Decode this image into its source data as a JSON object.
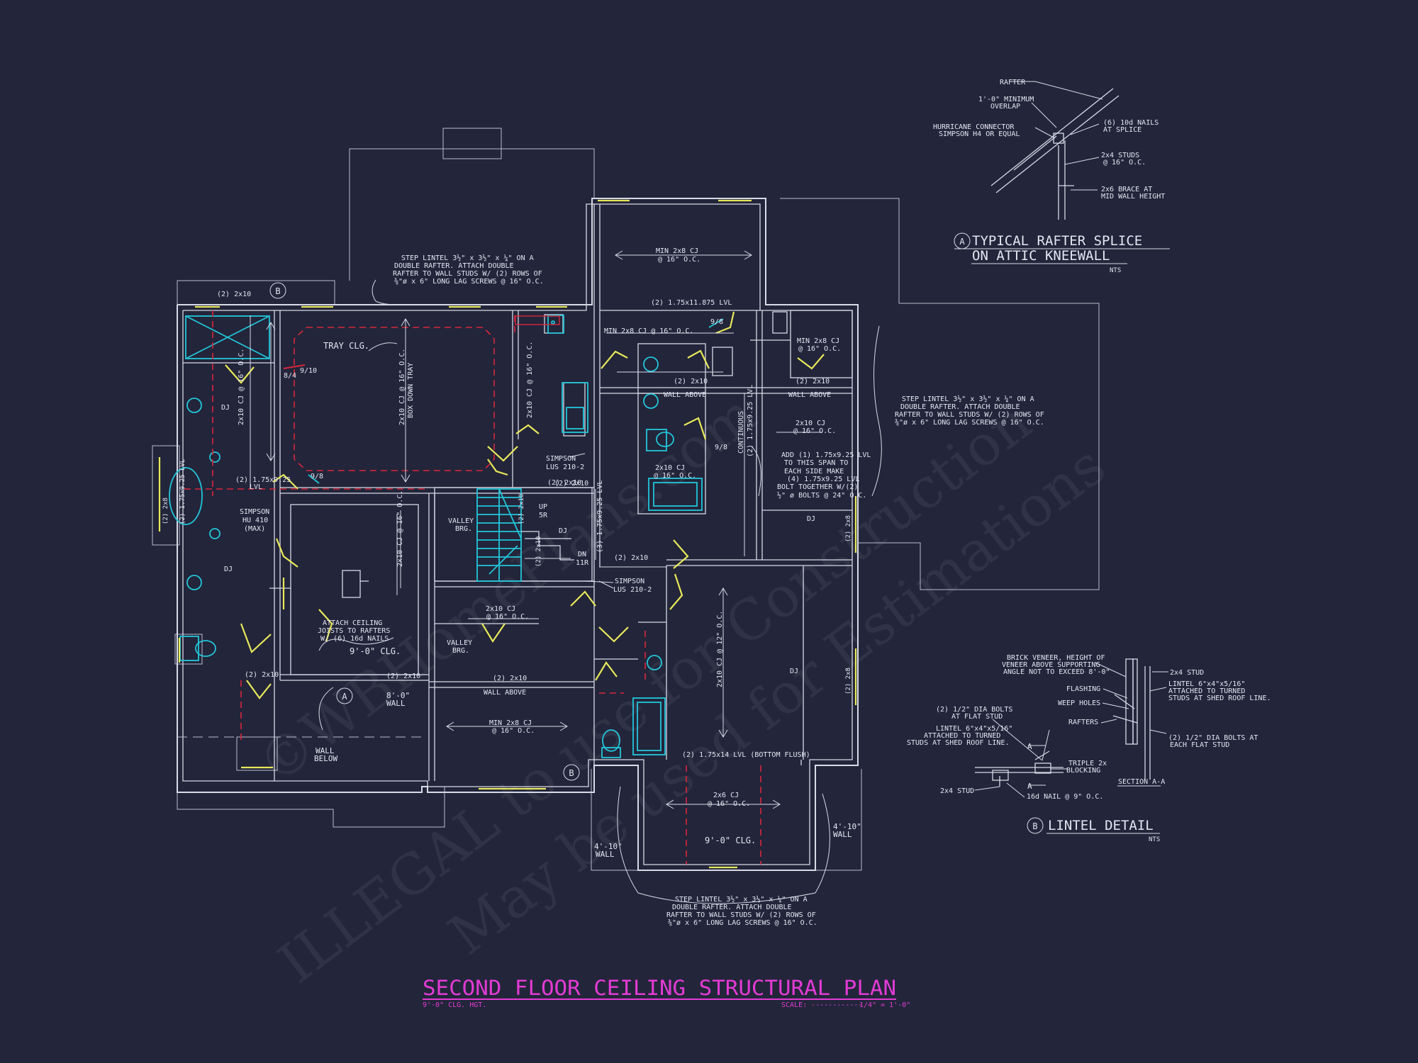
{
  "title": {
    "main": "SECOND FLOOR CEILING STRUCTURAL PLAN",
    "clg_hgt": "9'-0\" CLG. HGT.",
    "scale_label": "SCALE: ------------",
    "scale_value": "1/4\" = 1'-0\""
  },
  "watermark": {
    "line1": "ILLEGAL to use for Construction",
    "line2": "May be used for Estimations",
    "line3": "©WBHomePlans.com"
  },
  "detail_a": {
    "title_l1": "TYPICAL RAFTER SPLICE",
    "title_l2": "ON ATTIC KNEEWALL",
    "tag": "A",
    "nts": "NTS",
    "rafter": "RAFTER",
    "overlap_l1": "1'-0\" MINIMUM",
    "overlap_l2": "OVERLAP",
    "hurricane_l1": "HURRICANE CONNECTOR",
    "hurricane_l2": "SIMPSON H4 OR EQUAL",
    "nails_l1": "(6) 10d NAILS",
    "nails_l2": "AT SPLICE",
    "studs_l1": "2x4 STUDS",
    "studs_l2": "@ 16\" O.C.",
    "brace_l1": "2x6 BRACE AT",
    "brace_l2": "MID WALL HEIGHT"
  },
  "detail_b": {
    "title": "LINTEL DETAIL",
    "tag": "B",
    "nts": "NTS",
    "brick_l1": "BRICK VENEER, HEIGHT OF",
    "brick_l2": "VENEER ABOVE SUPPORTING",
    "brick_l3": "ANGLE NOT TO EXCEED 8'-0\"",
    "stud": "2x4 STUD",
    "flashing": "FLASHING",
    "weep": "WEEP HOLES",
    "rafters": "RAFTERS",
    "lintel_r_l1": "LINTEL 6\"x4\"x5/16\"",
    "lintel_r_l2": "ATTACHED TO TURNED",
    "lintel_r_l3": "STUDS AT SHED ROOF LINE.",
    "bolts_l1": "(2) 1/2\" DIA BOLTS",
    "bolts_l2": "AT FLAT STUD",
    "lintel_l_l1": "LINTEL 6\"x4\"x5/16\"",
    "lintel_l_l2": "ATTACHED TO TURNED",
    "lintel_l_l3": "STUDS AT SHED ROOF LINE.",
    "bolts_r_l1": "(2) 1/2\" DIA BOLTS AT",
    "bolts_r_l2": "EACH FLAT STUD",
    "triple_l1": "TRIPLE 2x",
    "triple_l2": "BLOCKING",
    "section": "SECTION A-A",
    "stud2": "2x4 STUD",
    "nail": "16d NAIL @ 9\" O.C.",
    "cut": "A"
  },
  "notes": {
    "step_top_l1": "STEP LINTEL 3½\" x 3½\" x ¼\" ON A",
    "step_top_l2": "DOUBLE RAFTER. ATTACH DOUBLE",
    "step_top_l3": "RAFTER TO WALL STUDS W/ (2) ROWS OF",
    "step_top_l4": "⅜\"ø x 6\" LONG LAG SCREWS @ 16\" O.C.",
    "step_right_l1": "STEP LINTEL 3½\" x 3½\" x ¼\" ON A",
    "step_right_l2": "DOUBLE RAFTER. ATTACH DOUBLE",
    "step_right_l3": "RAFTER TO WALL STUDS W/ (2) ROWS OF",
    "step_right_l4": "⅜\"ø x 6\" LONG LAG SCREWS @ 16\" O.C.",
    "step_bot_l1": "STEP LINTEL 3½\" x 3½\" x ¼\" ON A",
    "step_bot_l2": "DOUBLE RAFTER. ATTACH DOUBLE",
    "step_bot_l3": "RAFTER TO WALL STUDS W/ (2) ROWS OF",
    "step_bot_l4": "⅜\"ø x 6\" LONG LAG SCREWS @ 16\" O.C.",
    "attach_l1": "ATTACH CEILING",
    "attach_l2": "JOISTS TO RAFTERS",
    "attach_l3": "W/ (6) 16d NAILS",
    "add_l1": "ADD (1) 1.75x9.25 LVL",
    "add_l2": "TO THIS SPAN TO",
    "add_l3": "EACH SIDE MAKE",
    "add_l4": "(4) 1.75x9.25 LVL",
    "add_l5": "BOLT TOGETHER W/(2)",
    "add_l6": "½\" ø BOLTS @ 24\" O.C."
  },
  "labels": {
    "tray_clg": "TRAY CLG.",
    "box_down_l1": "2x10 CJ @ 16\" O.C.",
    "box_down_l2": "BOX DOWN TRAY",
    "two_2x10_top": "(2) 2x10",
    "two_2x10_a": "(2) 2x10",
    "two_2x10_b": "(2) 2x10",
    "two_2x10_c": "(2) 2x10",
    "two_2x10_d": "(2) 2x10",
    "two_2x10_e": "(2) 2x10",
    "two_2x10_f": "(2) 2x10",
    "two_2x10_g": "(2) 2x10",
    "min_cj_top_l1": "MIN 2x8 CJ",
    "min_cj_top_l2": "@ 16\" O.C.",
    "lvl_118": "(2) 1.75x11.875 LVL",
    "min_cj_row": "MIN 2x8 CJ @ 16\" O.C.",
    "min_cj_right_l1": "MIN 2x8 CJ",
    "min_cj_right_l2": "@ 16\" O.C.",
    "wall_above_a": "WALL ABOVE",
    "wall_above_b": "WALL ABOVE",
    "wall_above_c": "WALL ABOVE",
    "cj_mid_l1": "2x10 CJ",
    "cj_mid_l2": "@ 16\" O.C.",
    "cj_right_l1": "2x10 CJ",
    "cj_right_l2": "@ 16\" O.C.",
    "continuous_l1": "CONTINUOUS",
    "continuous_l2": "(2) 1.75x9.25 LVL",
    "simpson_luс_a_l1": "SIMPSON",
    "simpson_luс_a_l2": "LUS 210-2",
    "simpson_luс_b_l1": "SIMPSON",
    "simpson_luс_b_l2": "LUS 210-2",
    "simpson_hu_l1": "SIMPSON",
    "simpson_hu_l2": "HU 410",
    "simpson_hu_l3": "(MAX)",
    "lvl_925_a": "(2) 1.75x9.25",
    "lvl_925_a2": "LVL",
    "lvl_925_vert": "(3) 1.75x9.25 LVL",
    "lvl_925_left": "(2) 1.75x9.25 LVL",
    "dj_a": "DJ",
    "dj_b": "DJ",
    "dj_c": "DJ",
    "dj_d": "DJ",
    "dj_e": "DJ",
    "cj_left_vert": "2x10 CJ @ 16\" O.C.",
    "cj_closet_vert": "2x10 CJ @ 16\" O.C.",
    "cj_bed2_vert": "2x10 CJ @ 16\" O.C.",
    "cj_big_vert": "2x10 CJ @ 12\" O.C.",
    "valley_a_l1": "VALLEY",
    "valley_a_l2": "BRG.",
    "valley_b_l1": "VALLEY",
    "valley_b_l2": "BRG.",
    "up": "UP",
    "up_r": "5R",
    "dn": "DN",
    "dn_r": "11R",
    "cj_stair_l1": "2x10 CJ",
    "cj_stair_l2": "@ 16\" O.C.",
    "nine_clg_a": "9'-0\" CLG.",
    "nine_clg_b": "9'-0\" CLG.",
    "min_cj_bot_l1": "MIN 2x8 CJ",
    "min_cj_bot_l2": "@ 16\" O.C.",
    "lvl_bottom": "(2) 1.75x14 LVL (BOTTOM FLUSH)",
    "cj_2x6_l1": "2x6 CJ",
    "cj_2x6_l2": "@ 16\" O.C.",
    "wall_8_l1": "8'-0\"",
    "wall_8_l2": "WALL",
    "wall_below_l1": "WALL",
    "wall_below_l2": "BELOW",
    "wall_4_a_l1": "4'-10\"",
    "wall_4_a_l2": "WALL",
    "wall_4_b_l1": "4'-10\"",
    "wall_4_b_l2": "WALL",
    "pitch_a": "8/4",
    "pitch_b": "9/10",
    "pitch_c": "9/8",
    "pitch_d": "9/8",
    "pitch_e": "9/8",
    "two_2x8_a": "(2) 2x8",
    "two_2x8_b": "(2) 2x8",
    "two_2x8_c": "(2) 2x8",
    "tag_a": "A",
    "tag_b_top": "B",
    "tag_b_bot": "B"
  }
}
